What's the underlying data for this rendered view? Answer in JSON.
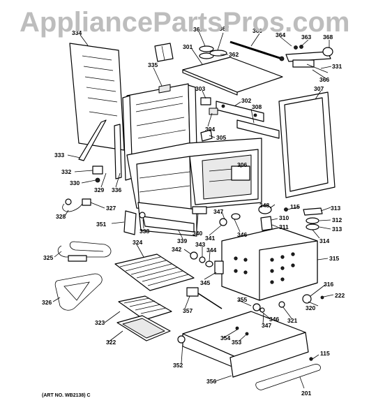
{
  "watermark": "AppliancePartsPros.com",
  "art_number": "(ART NO. WB2138) C",
  "labels": {
    "p334": "334",
    "p335": "335",
    "p361": "361",
    "p367": "367",
    "p369": "369",
    "p364": "364",
    "p363": "363",
    "p368": "368",
    "p301": "301",
    "p362": "362",
    "p331": "331",
    "p366": "366",
    "p307": "307",
    "p303": "303",
    "p302": "302",
    "p308": "308",
    "p304": "304",
    "p305": "305",
    "p333": "333",
    "p306": "306",
    "p332": "332",
    "p330": "330",
    "p329": "329",
    "p336": "336",
    "p327": "327",
    "p348": "348",
    "p115a": "115",
    "p313a": "313",
    "p312": "312",
    "p313b": "313",
    "p328": "328",
    "p347a": "347",
    "p310": "310",
    "p311": "311",
    "p351": "351",
    "p338": "338",
    "p340": "340",
    "p346a": "346",
    "p314": "314",
    "p339": "339",
    "p341": "341",
    "p324": "324",
    "p343": "343",
    "p325": "325",
    "p342": "342",
    "p344": "344",
    "p315": "315",
    "p345": "345",
    "p316": "316",
    "p222": "222",
    "p326": "326",
    "p355": "355",
    "p320": "320",
    "p357": "357",
    "p346b": "346",
    "p321": "321",
    "p347b": "347",
    "p323": "323",
    "p354": "354",
    "p353": "353",
    "p322": "322",
    "p115b": "115",
    "p352": "352",
    "p356": "356",
    "p201": "201"
  }
}
